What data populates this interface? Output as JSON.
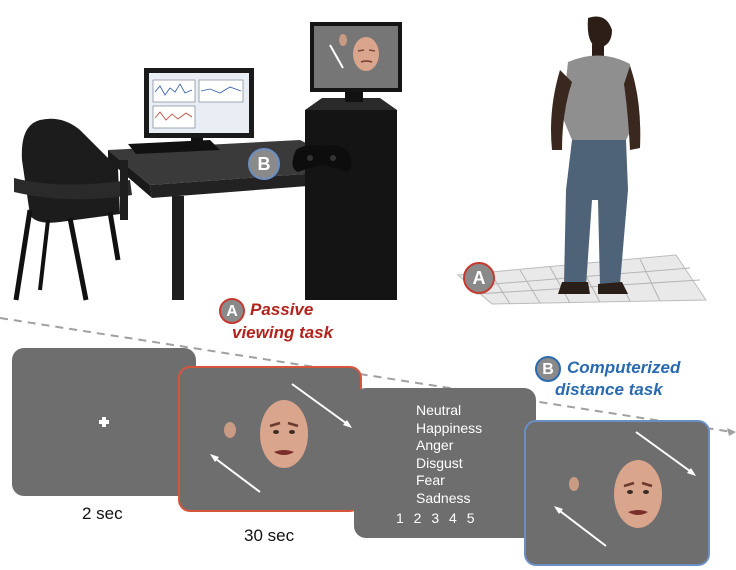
{
  "badges": {
    "a": "A",
    "b": "B"
  },
  "tasks": {
    "passive": {
      "letter": "A",
      "line1": "Passive",
      "line2": "viewing task"
    },
    "computerized": {
      "letter": "B",
      "line1": "Computerized",
      "line2": "distance task"
    }
  },
  "timeline": {
    "fixation_duration": "2 sec",
    "viewing_duration": "30 sec"
  },
  "rating_panel": {
    "emotions": [
      "Neutral",
      "Happiness",
      "Anger",
      "Disgust",
      "Fear",
      "Sadness"
    ],
    "scale": "1 2 3 4 5"
  },
  "colors": {
    "task_a": "#b2231b",
    "task_b": "#2a6ab1",
    "panel": "#6e6e6e",
    "dashed_line": "#a0a0a0"
  }
}
